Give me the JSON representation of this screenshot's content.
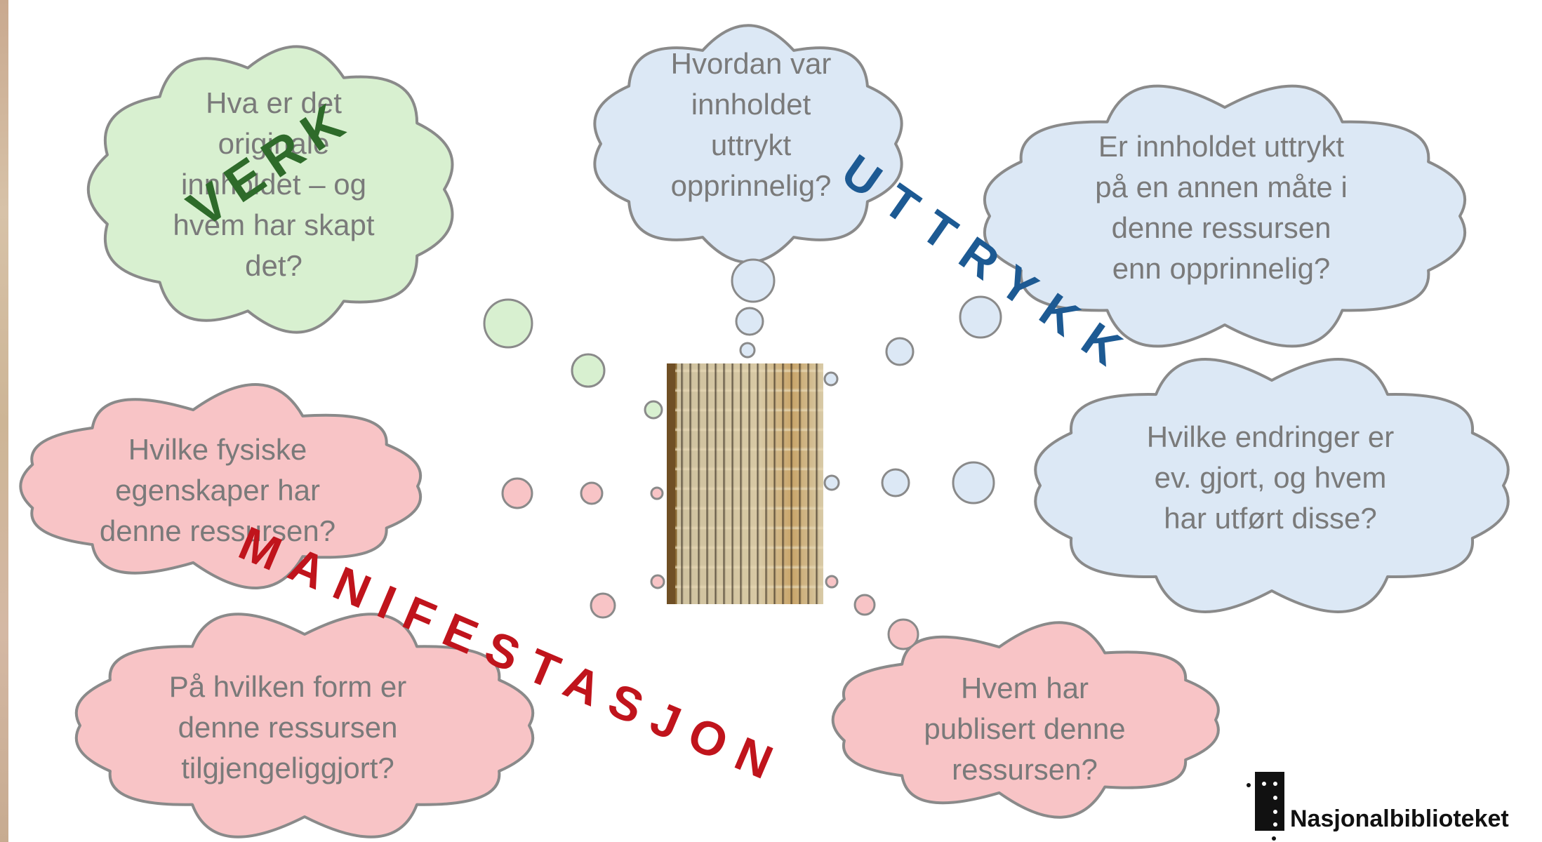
{
  "clouds": {
    "verk_question": [
      "Hva er det",
      "originale",
      "innholdet – og",
      "hvem har skapt",
      "det?"
    ],
    "uttrykk_question_1": [
      "Hvordan var",
      "innholdet",
      "uttrykt",
      "opprinnelig?"
    ],
    "uttrykk_question_2": [
      "Er innholdet uttrykt",
      "på en annen måte i",
      "denne ressursen",
      "enn opprinnelig?"
    ],
    "uttrykk_question_3": [
      "Hvilke endringer er",
      "ev. gjort, og hvem",
      "har utført disse?"
    ],
    "manifestasjon_question_1": [
      "Hvilke fysiske",
      "egenskaper har",
      "denne ressursen?"
    ],
    "manifestasjon_question_2": [
      "På hvilken form er",
      "denne ressursen",
      "tilgjengeliggjort?"
    ],
    "manifestasjon_question_3": [
      "Hvem har",
      "publisert denne",
      "ressursen?"
    ]
  },
  "labels": {
    "verk": "VERK",
    "uttrykk": "UTTRYKK",
    "manifestasjon": "MANIFESTASJON"
  },
  "logo": {
    "text": "Nasjonalbiblioteket"
  },
  "colors": {
    "green_fill": "#d8f0d0",
    "blue_fill": "#dce8f5",
    "pink_fill": "#f8c4c6",
    "cloud_stroke": "#8a8a8a",
    "verk": "#2e6b2a",
    "uttrykk": "#1d5a93",
    "manifestasjon": "#c0141c",
    "cloud_text": "#7a7a7a"
  }
}
